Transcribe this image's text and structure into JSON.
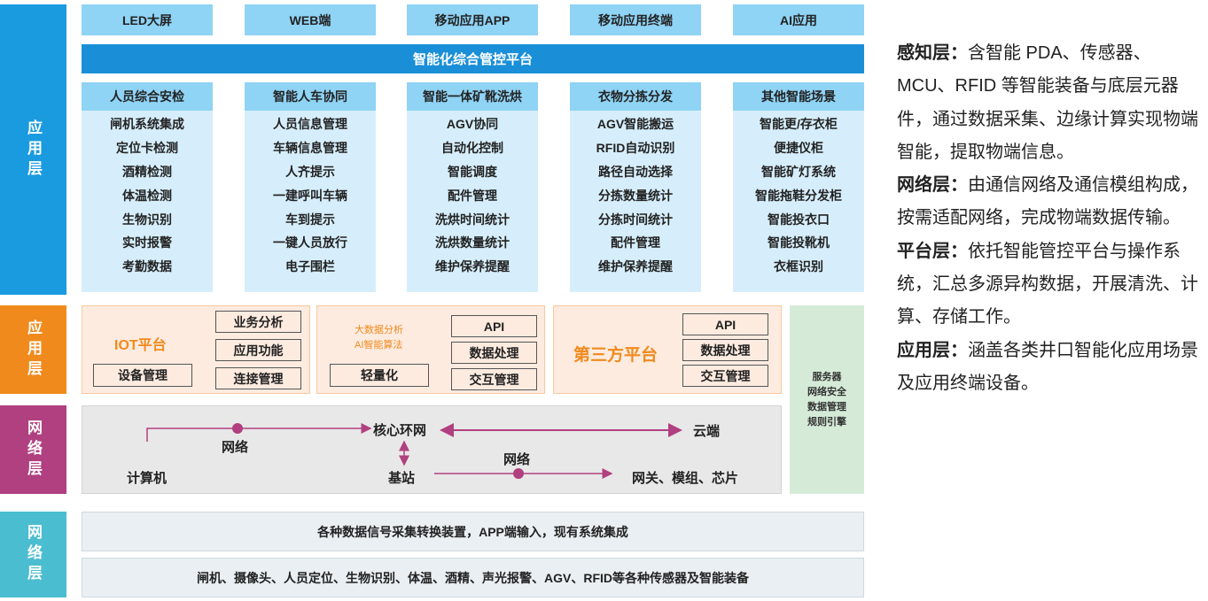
{
  "side_labels": [
    "应用层",
    "应用层",
    "网络层",
    "网络层"
  ],
  "terminals": [
    "LED大屏",
    "WEB端",
    "移动应用APP",
    "移动应用终端",
    "AI应用"
  ],
  "platform": "智能化综合管控平台",
  "columns": [
    {
      "title": "人员综合安检",
      "items": [
        "闸机系统集成",
        "定位卡检测",
        "酒精检测",
        "体温检测",
        "生物识别",
        "实时报警",
        "考勤数据"
      ]
    },
    {
      "title": "智能人车协同",
      "items": [
        "人员信息管理",
        "车辆信息管理",
        "人齐提示",
        "一建呼叫车辆",
        "车到提示",
        "一键人员放行",
        "电子围栏"
      ]
    },
    {
      "title": "智能一体矿靴洗烘",
      "items": [
        "AGV协同",
        "自动化控制",
        "智能调度",
        "配件管理",
        "洗烘时间统计",
        "洗烘数量统计",
        "维护保养提醒"
      ]
    },
    {
      "title": "衣物分拣分发",
      "items": [
        "AGV智能搬运",
        "RFID自动识别",
        "路径自动选择",
        "分拣数量统计",
        "分拣时间统计",
        "配件管理",
        "维护保养提醒"
      ]
    },
    {
      "title": "其他智能场景",
      "items": [
        "智能更/存衣柜",
        "便捷仪柜",
        "智能矿灯系统",
        "智能拖鞋分发柜",
        "智能投衣口",
        "智能投靴机",
        "衣框识别"
      ]
    }
  ],
  "iot": {
    "title": "IOT平台",
    "left": "设备管理",
    "right": [
      "业务分析",
      "应用功能",
      "连接管理"
    ]
  },
  "bigdata": {
    "line1": "大数据分析",
    "line2": "AI智能算法",
    "left": "轻量化",
    "right": [
      "API",
      "数据处理",
      "交互管理"
    ]
  },
  "third": {
    "title": "第三方平台",
    "right": [
      "API",
      "数据处理",
      "交互管理"
    ]
  },
  "server": [
    "服务器",
    "网络安全",
    "数据管理",
    "规则引擎"
  ],
  "network": {
    "computer": "计算机",
    "net1": "网络",
    "core": "核心环网",
    "cloud": "云端",
    "base": "基站",
    "net2": "网络",
    "gateway": "网关、模组、芯片"
  },
  "bottom1": "各种数据信号采集转换装置，APP端输入，现有系统集成",
  "bottom2": "闸机、摄像头、人员定位、生物识别、体温、酒精、声光报警、AGV、RFID等各种传感器及智能装备",
  "description": [
    {
      "head": "感知层：",
      "text": "含智能 PDA、传感器、MCU、RFID 等智能装备与底层元器件，通过数据采集、边缘计算实现物端智能，提取物端信息。"
    },
    {
      "head": "网络层：",
      "text": "由通信网络及通信模组构成，按需适配网络，完成物端数据传输。"
    },
    {
      "head": "平台层：",
      "text": "依托智能管控平台与操作系统，汇总多源异构数据，开展清洗、计算、存储工作。"
    },
    {
      "head": "应用层：",
      "text": "涵盖各类井口智能化应用场景及应用终端设备。"
    }
  ],
  "colors": {
    "blue": "#1a9be0",
    "orange": "#f08a1c",
    "magenta": "#b0407f",
    "teal": "#4bbdd0"
  }
}
